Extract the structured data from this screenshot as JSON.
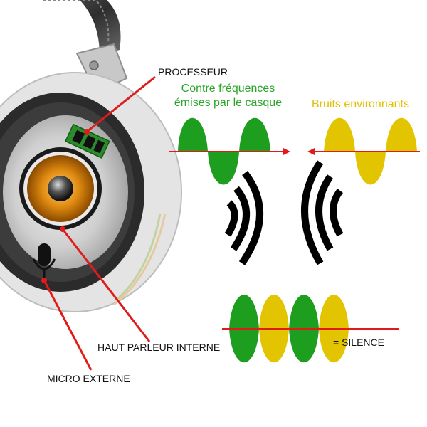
{
  "labels": {
    "processor": "PROCESSEUR",
    "headset_freq_line1": "Contre fréquences",
    "headset_freq_line2": "émises par le casque",
    "ambient_noise": "Bruits environnants",
    "internal_speaker": "HAUT PARLEUR INTERNE",
    "external_mic": "MICRO EXTERNE",
    "silence": "= SILENCE"
  },
  "colors": {
    "green_wave": "#1e9e1e",
    "yellow_wave": "#e3c400",
    "pointer_red": "#e01b1b",
    "label_green": "#2aa52a",
    "label_yellow": "#e0c000",
    "speaker_orange": "#e08a10"
  },
  "icons": [
    "headphone-illustration",
    "speaker-icon",
    "microphone-icon",
    "processor-chip-icon",
    "sound-wave-icon"
  ]
}
